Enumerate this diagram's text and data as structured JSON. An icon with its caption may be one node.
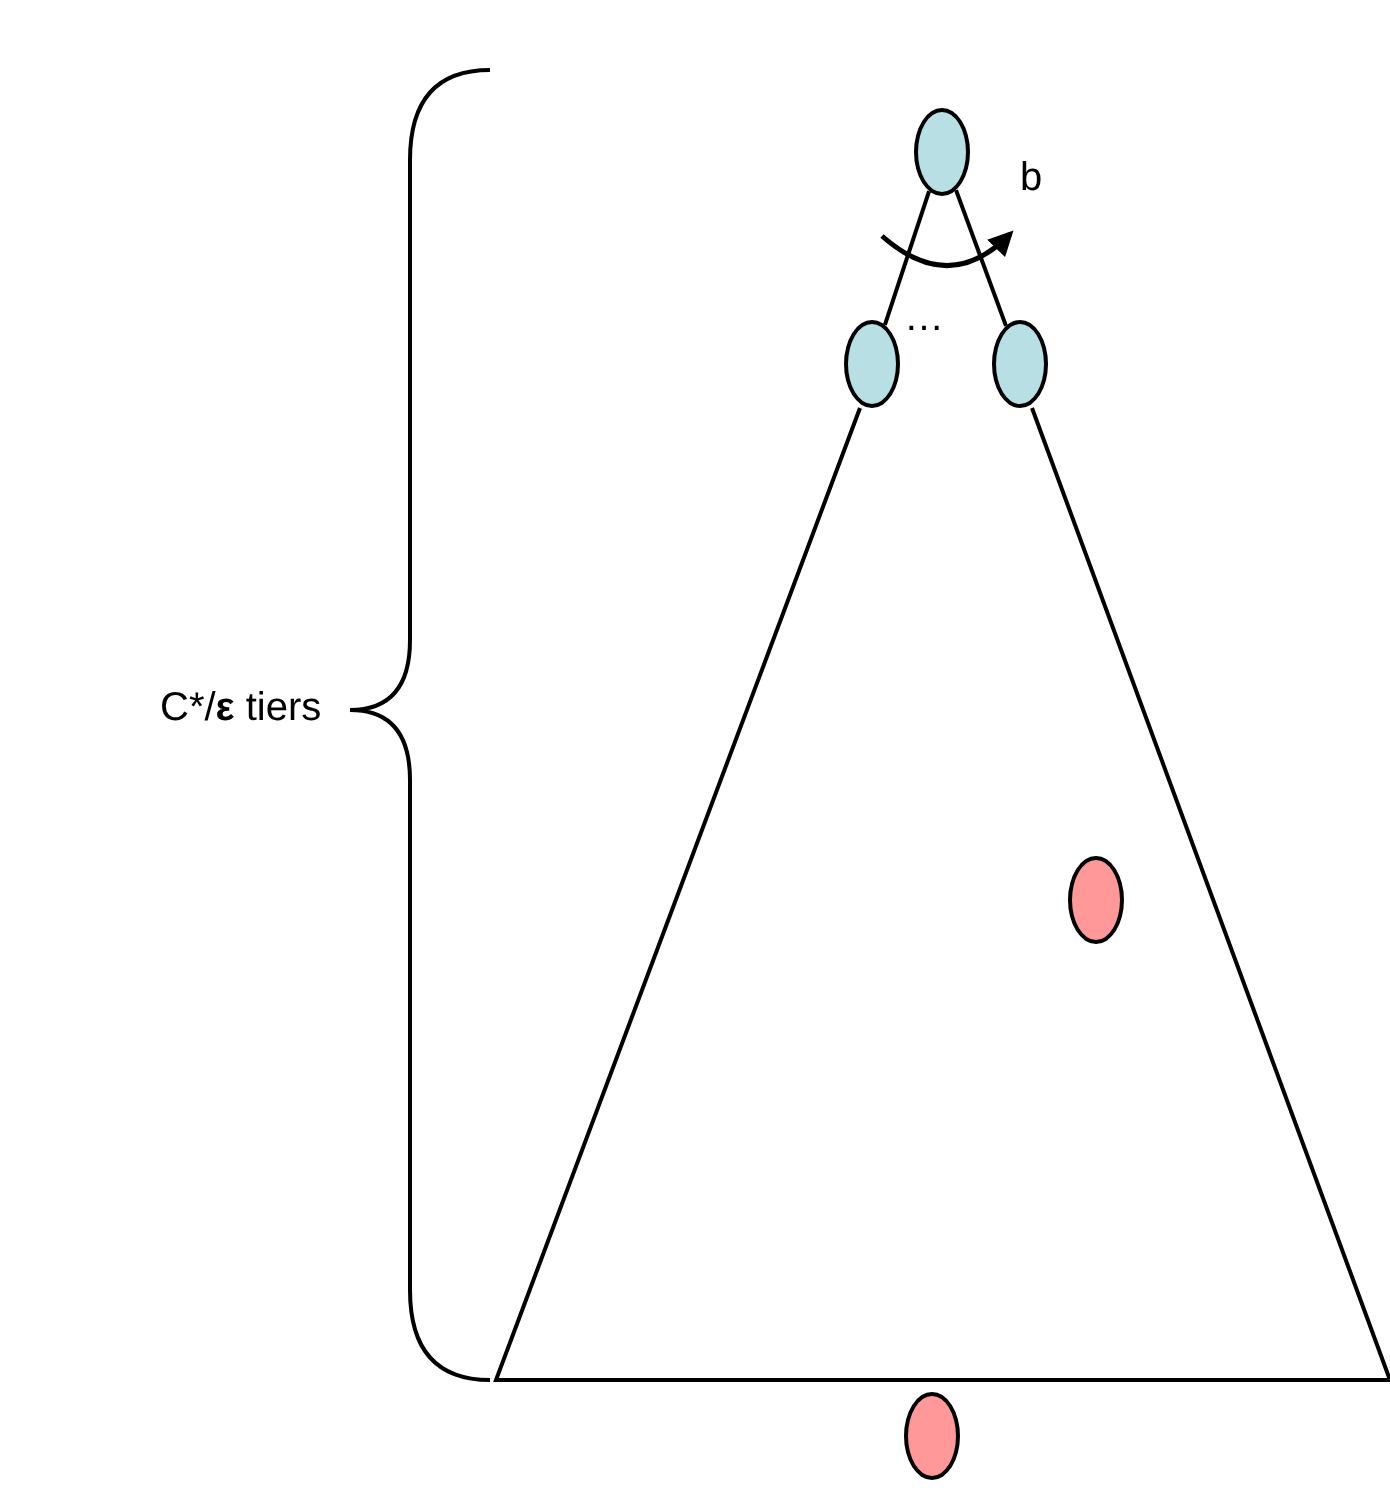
{
  "diagram": {
    "nodes": [
      {
        "text": [],
        "shape": "circle"
      },
      {
        "text": [],
        "shape": "circle"
      },
      {
        "text": [],
        "shape": "circle"
      },
      {
        "text": [],
        "shape": "circle"
      },
      {
        "text": [],
        "shape": "circle"
      }
    ],
    "edges": [
      {
        "from": 0,
        "to": 1,
        "arrow": "none"
      },
      {
        "from": 0,
        "to": 2,
        "arrow": "none"
      }
    ],
    "labels": [
      "b",
      "…",
      "C*/**ε** tiers"
    ]
  }
}
